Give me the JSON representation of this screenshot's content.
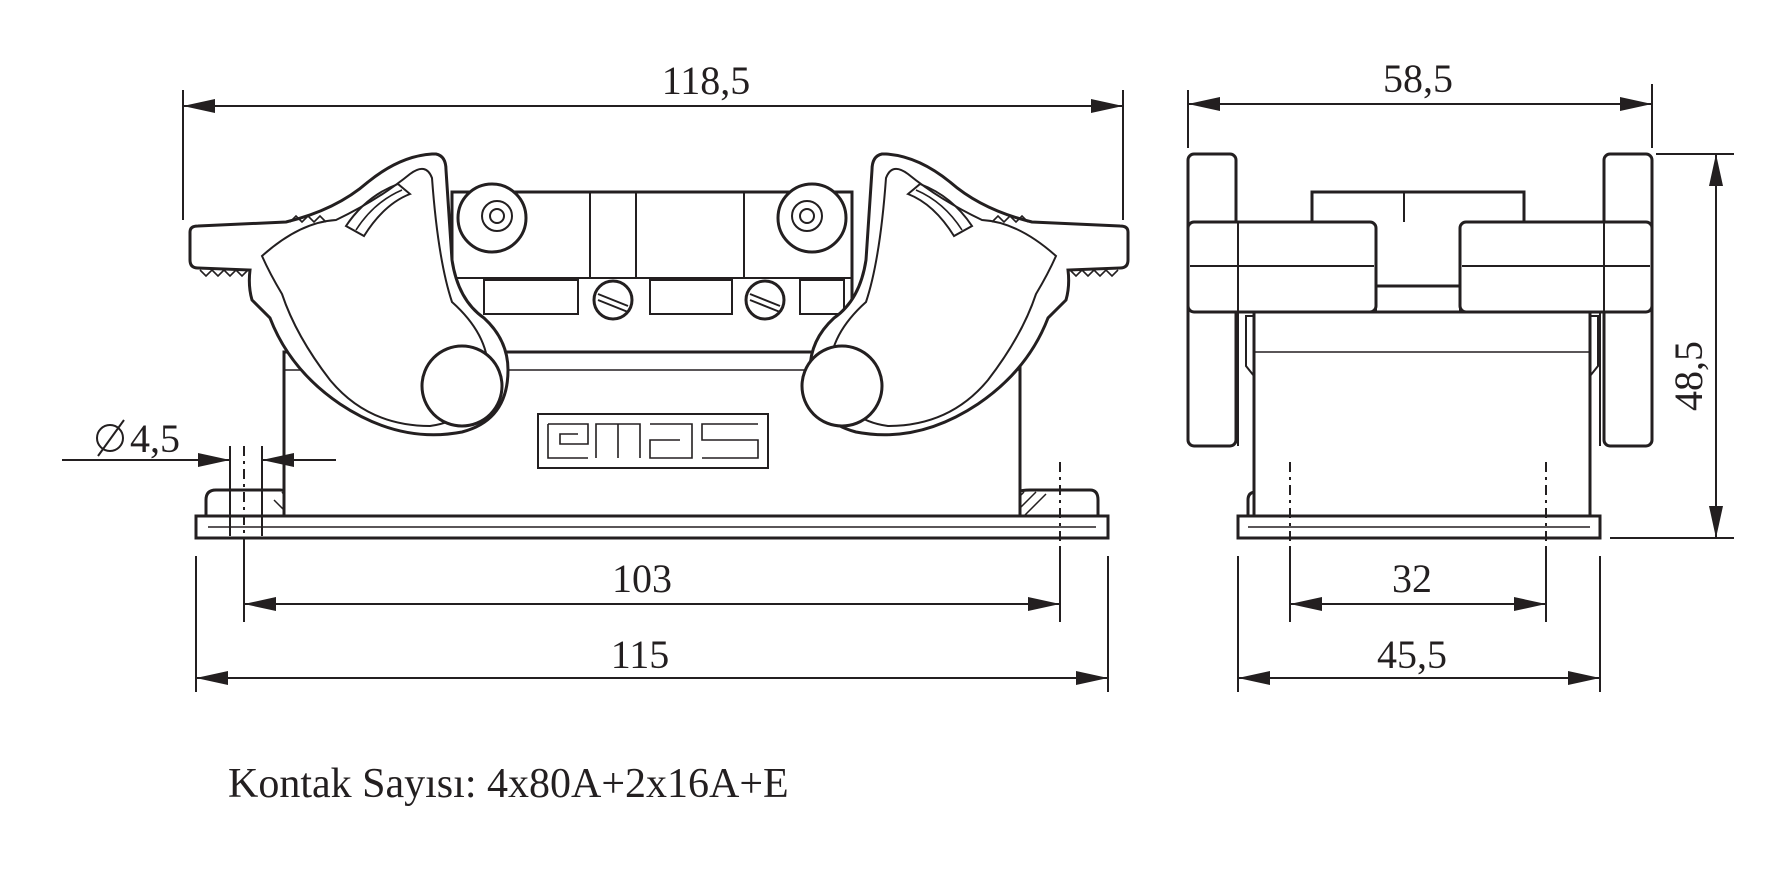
{
  "front_view": {
    "dim_total_width": "118,5",
    "dim_hole_diameter": "4,5",
    "dim_hole_spacing": "103",
    "dim_base_width": "115",
    "logo_text": "emas"
  },
  "side_view": {
    "dim_total_width": "58,5",
    "dim_height": "48,5",
    "dim_hole_spacing": "32",
    "dim_base_width": "45,5"
  },
  "caption": "Kontak Sayısı: 4x80A+2x16A+E"
}
